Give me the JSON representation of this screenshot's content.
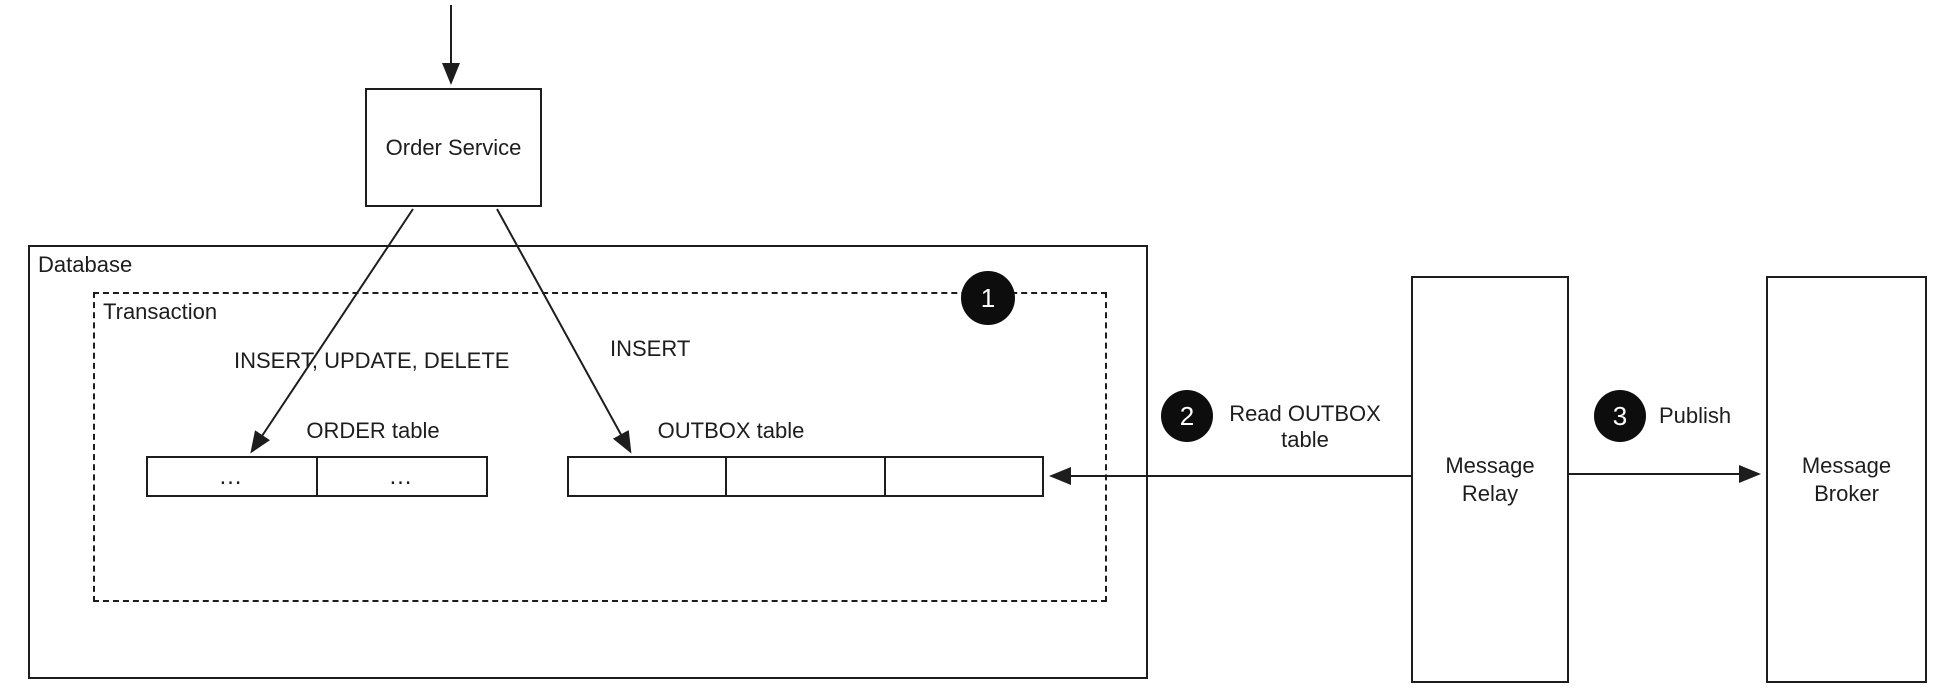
{
  "palette": {
    "background": "#ffffff",
    "line": "#1d1d1d",
    "text": "#1d1d1d",
    "step_badge_bg": "#0d0d0d",
    "step_badge_text": "#ffffff"
  },
  "nodes": {
    "order_service": {
      "label": "Order Service"
    },
    "database": {
      "label": "Database"
    },
    "transaction": {
      "label": "Transaction"
    },
    "order_table": {
      "label": "ORDER table",
      "cells": [
        "…",
        "…"
      ]
    },
    "outbox_table": {
      "label": "OUTBOX table",
      "cells": [
        "",
        "",
        ""
      ]
    },
    "message_relay": {
      "label": "Message Relay"
    },
    "message_broker": {
      "label": "Message Broker"
    }
  },
  "edges": {
    "order_service_to_order_table": {
      "label": "INSERT, UPDATE, DELETE"
    },
    "order_service_to_outbox_table": {
      "label": "INSERT"
    },
    "relay_reads_outbox": {
      "label": "Read OUTBOX table"
    },
    "relay_publishes": {
      "label": "Publish"
    }
  },
  "steps": [
    {
      "number": "1"
    },
    {
      "number": "2"
    },
    {
      "number": "3"
    }
  ]
}
